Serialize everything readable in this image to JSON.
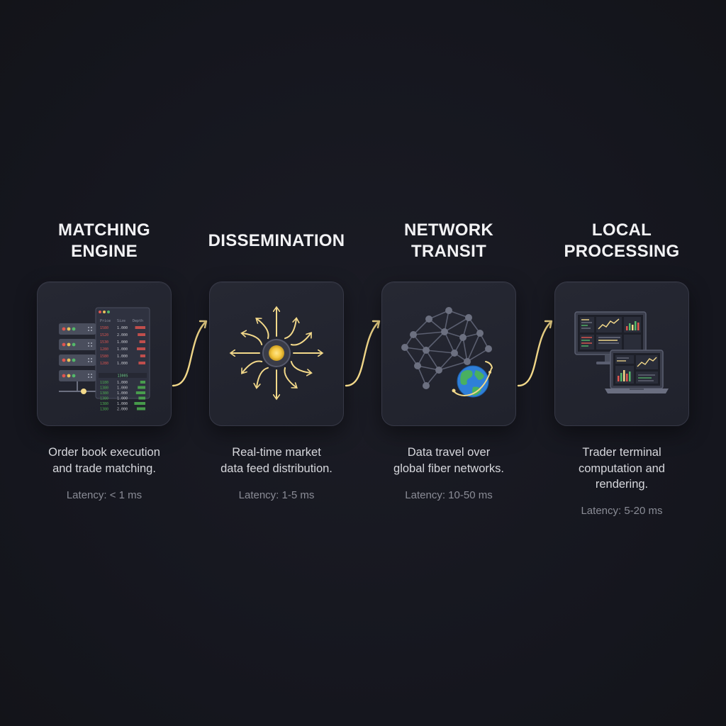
{
  "steps": [
    {
      "title_lines": [
        "MATCHING",
        "ENGINE"
      ],
      "description_lines": [
        "Order book execution",
        "and trade matching."
      ],
      "latency": "Latency: < 1 ms",
      "icon": "server-orderbook-icon"
    },
    {
      "title_lines": [
        "DISSEMINATION"
      ],
      "description_lines": [
        "Real-time market",
        "data feed distribution."
      ],
      "latency": "Latency: 1-5 ms",
      "icon": "broadcast-burst-icon"
    },
    {
      "title_lines": [
        "NETWORK",
        "TRANSIT"
      ],
      "description_lines": [
        "Data travel over",
        "global fiber networks."
      ],
      "latency": "Latency: 10-50 ms",
      "icon": "network-globe-icon"
    },
    {
      "title_lines": [
        "LOCAL",
        "PROCESSING"
      ],
      "description_lines": [
        "Trader terminal",
        "computation and",
        "rendering."
      ],
      "latency": "Latency: 5-20 ms",
      "icon": "trading-terminal-icon"
    }
  ],
  "orderbook": {
    "asks": [
      [
        "1580",
        "1.000"
      ],
      [
        "1520",
        "2.000"
      ],
      [
        "1530",
        "1.000"
      ],
      [
        "1280",
        "1.000"
      ],
      [
        "1580",
        "1.000"
      ],
      [
        "1280",
        "1.000"
      ]
    ],
    "mid": "1300S",
    "bids": [
      [
        "1180",
        "1.000"
      ],
      [
        "1380",
        "1.000"
      ],
      [
        "1380",
        "1.000"
      ],
      [
        "1380",
        "1.000"
      ],
      [
        "1380",
        "1.000"
      ],
      [
        "1380",
        "2.000"
      ]
    ]
  },
  "colors": {
    "background": "#16171f",
    "card": "#242631",
    "accent_yellow": "#f3d98a",
    "node_gray": "#6c7080",
    "ask_red": "#d9534f",
    "bid_green": "#4caf50"
  }
}
